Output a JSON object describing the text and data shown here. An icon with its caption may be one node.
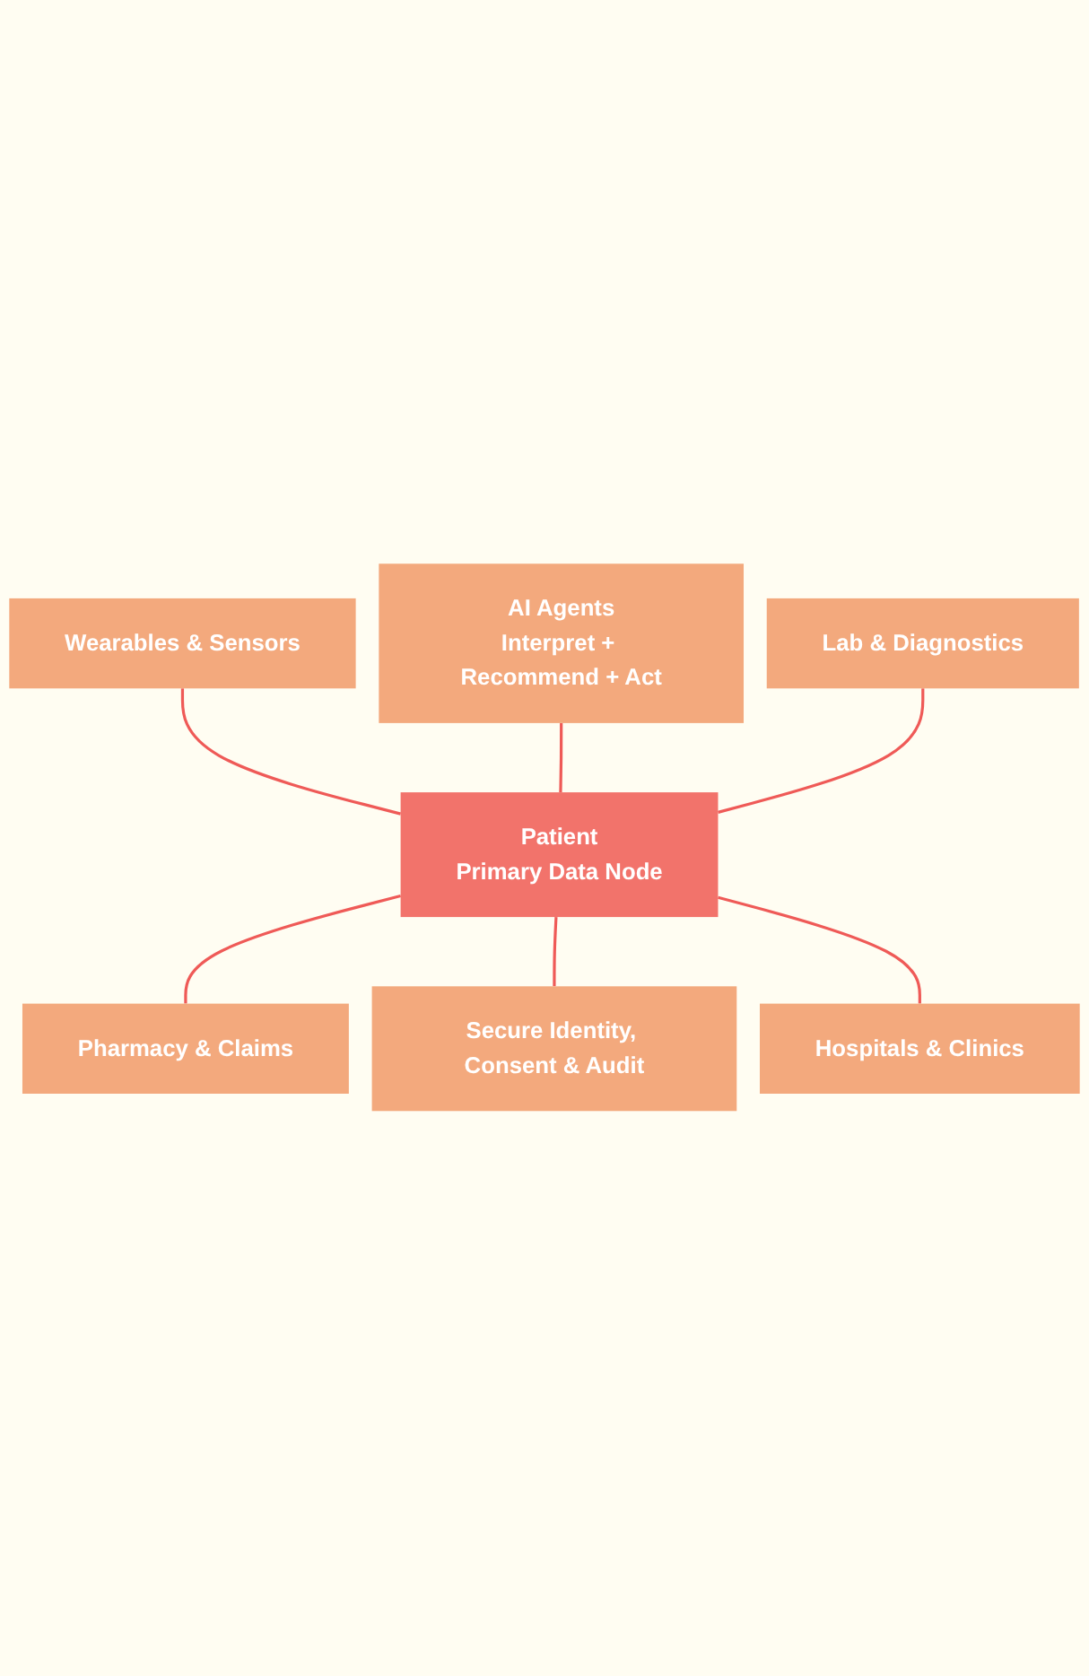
{
  "diagram": {
    "nodes": [
      {
        "text": [
          "Wearables & Sensors"
        ]
      },
      {
        "text": [
          "AI Agents",
          "Interpret + Recommend + Act"
        ]
      },
      {
        "text": [
          "Lab & Diagnostics"
        ]
      },
      {
        "text": [
          "Patient",
          "Primary Data Node"
        ]
      },
      {
        "text": [
          "Pharmacy & Claims"
        ]
      },
      {
        "text": [
          "Secure Identity, Consent & Audit"
        ]
      },
      {
        "text": [
          "Hospitals & Clinics"
        ]
      }
    ],
    "edges": [
      {
        "from": 0,
        "to": 3,
        "arrow": "none"
      },
      {
        "from": 1,
        "to": 3,
        "arrow": "none"
      },
      {
        "from": 2,
        "to": 3,
        "arrow": "none"
      },
      {
        "from": 3,
        "to": 4,
        "arrow": "none"
      },
      {
        "from": 3,
        "to": 5,
        "arrow": "none"
      },
      {
        "from": 3,
        "to": 6,
        "arrow": "none"
      }
    ]
  }
}
